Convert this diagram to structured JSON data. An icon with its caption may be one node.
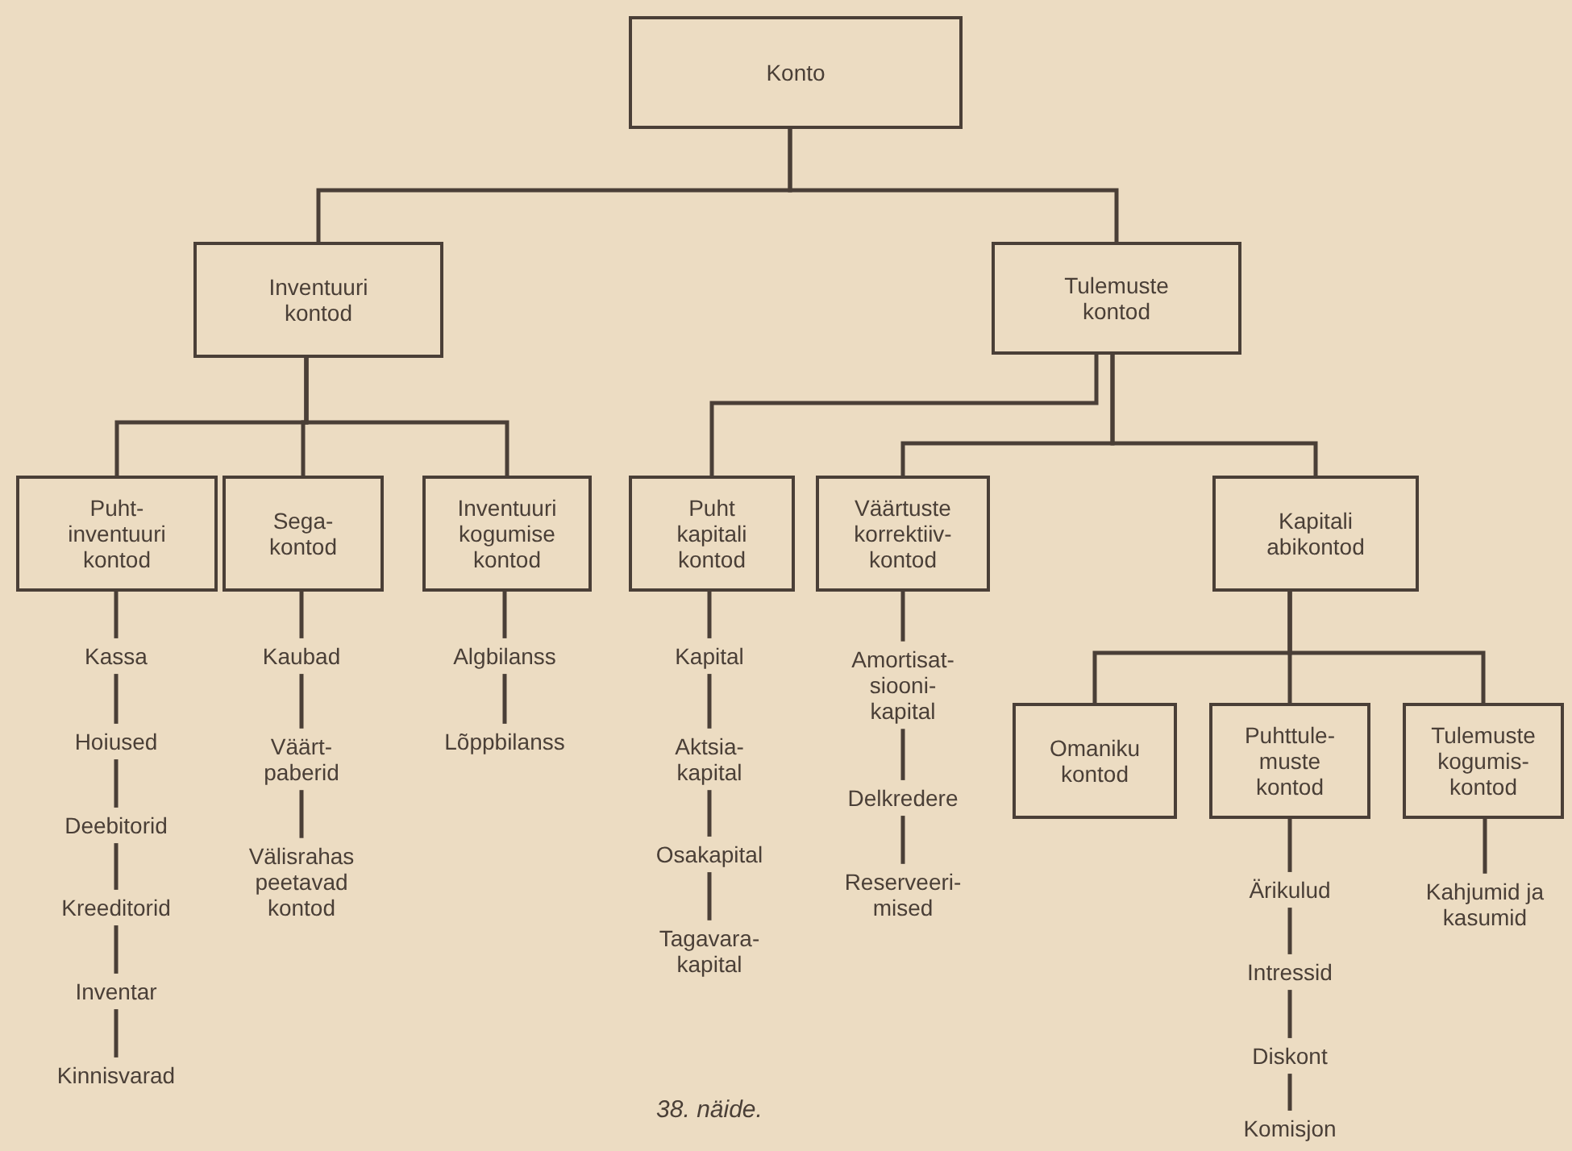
{
  "diagram": {
    "caption": "38. näide.",
    "nodes": [
      {
        "text": [
          "Konto"
        ]
      },
      {
        "text": [
          "Inventuuri kontod"
        ]
      },
      {
        "text": [
          "Tulemuste kontod"
        ]
      },
      {
        "text": [
          "Puht-inventuuri kontod"
        ]
      },
      {
        "text": [
          "Sega-kontod"
        ]
      },
      {
        "text": [
          "Inventuuri kogumise kontod"
        ]
      },
      {
        "text": [
          "Puht kapitali kontod"
        ]
      },
      {
        "text": [
          "Väärtuste korrektiiv-kontod"
        ]
      },
      {
        "text": [
          "Kapitali abikontod"
        ]
      },
      {
        "text": [
          "Omaniku kontod"
        ]
      },
      {
        "text": [
          "Puhttule-muste kontod"
        ]
      },
      {
        "text": [
          "Tulemuste kogumis-kontod"
        ]
      },
      {
        "text": [
          "Kassa"
        ]
      },
      {
        "text": [
          "Hoiused"
        ]
      },
      {
        "text": [
          "Deebitorid"
        ]
      },
      {
        "text": [
          "Kreeditorid"
        ]
      },
      {
        "text": [
          "Inventar"
        ]
      },
      {
        "text": [
          "Kinnisvarad"
        ]
      },
      {
        "text": [
          "Kaubad"
        ]
      },
      {
        "text": [
          "Väärt-paberid"
        ]
      },
      {
        "text": [
          "Välisrahas peetavad kontod"
        ]
      },
      {
        "text": [
          "Algbilanss"
        ]
      },
      {
        "text": [
          "Lõppbilanss"
        ]
      },
      {
        "text": [
          "Kapital"
        ]
      },
      {
        "text": [
          "Aktsia-kapital"
        ]
      },
      {
        "text": [
          "Osakapital"
        ]
      },
      {
        "text": [
          "Tagavara-kapital"
        ]
      },
      {
        "text": [
          "Amortisat-siooni-kapital"
        ]
      },
      {
        "text": [
          "Delkredere"
        ]
      },
      {
        "text": [
          "Reserveeri-mised"
        ]
      },
      {
        "text": [
          "Ärikulud"
        ]
      },
      {
        "text": [
          "Intressid"
        ]
      },
      {
        "text": [
          "Diskont"
        ]
      },
      {
        "text": [
          "Komisjon"
        ]
      },
      {
        "text": [
          "Kahjumid ja kasumid"
        ]
      }
    ],
    "edges": [
      {
        "from": 0,
        "to": 1,
        "arrow": "none"
      },
      {
        "from": 0,
        "to": 2,
        "arrow": "none"
      },
      {
        "from": 1,
        "to": 3,
        "arrow": "none"
      },
      {
        "from": 1,
        "to": 4,
        "arrow": "none"
      },
      {
        "from": 1,
        "to": 5,
        "arrow": "none"
      },
      {
        "from": 2,
        "to": 6,
        "arrow": "none"
      },
      {
        "from": 2,
        "to": 7,
        "arrow": "none"
      },
      {
        "from": 2,
        "to": 8,
        "arrow": "none"
      },
      {
        "from": 8,
        "to": 9,
        "arrow": "none"
      },
      {
        "from": 8,
        "to": 10,
        "arrow": "none"
      },
      {
        "from": 8,
        "to": 11,
        "arrow": "none"
      },
      {
        "from": 3,
        "to": 12,
        "arrow": "none"
      },
      {
        "from": 12,
        "to": 13,
        "arrow": "none"
      },
      {
        "from": 13,
        "to": 14,
        "arrow": "none"
      },
      {
        "from": 14,
        "to": 15,
        "arrow": "none"
      },
      {
        "from": 15,
        "to": 16,
        "arrow": "none"
      },
      {
        "from": 16,
        "to": 17,
        "arrow": "none"
      },
      {
        "from": 4,
        "to": 18,
        "arrow": "none"
      },
      {
        "from": 18,
        "to": 19,
        "arrow": "none"
      },
      {
        "from": 19,
        "to": 20,
        "arrow": "none"
      },
      {
        "from": 5,
        "to": 21,
        "arrow": "none"
      },
      {
        "from": 21,
        "to": 22,
        "arrow": "none"
      },
      {
        "from": 6,
        "to": 23,
        "arrow": "none"
      },
      {
        "from": 23,
        "to": 24,
        "arrow": "none"
      },
      {
        "from": 24,
        "to": 25,
        "arrow": "none"
      },
      {
        "from": 25,
        "to": 26,
        "arrow": "none"
      },
      {
        "from": 7,
        "to": 27,
        "arrow": "none"
      },
      {
        "from": 27,
        "to": 28,
        "arrow": "none"
      },
      {
        "from": 28,
        "to": 29,
        "arrow": "none"
      },
      {
        "from": 10,
        "to": 30,
        "arrow": "none"
      },
      {
        "from": 30,
        "to": 31,
        "arrow": "none"
      },
      {
        "from": 31,
        "to": 32,
        "arrow": "none"
      },
      {
        "from": 32,
        "to": 33,
        "arrow": "none"
      },
      {
        "from": 11,
        "to": 34,
        "arrow": "none"
      }
    ]
  }
}
